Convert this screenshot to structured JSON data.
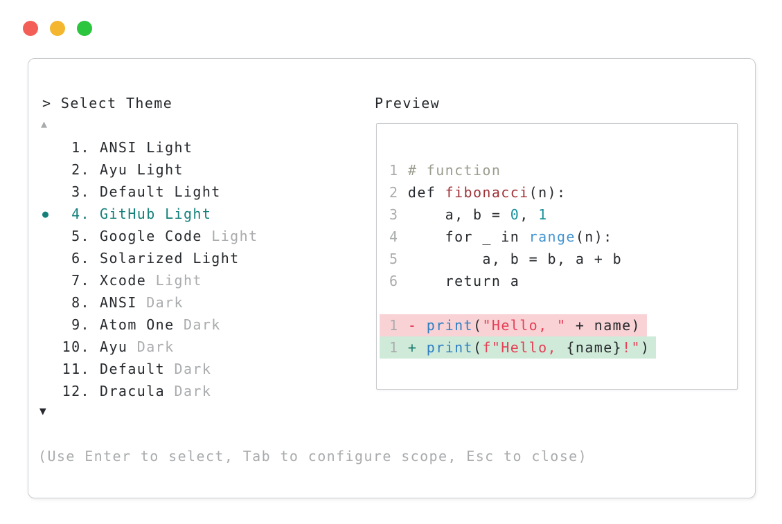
{
  "colors": {
    "text_dark": "#26292d",
    "muted_gray": "#a9abad",
    "accent_teal": "#15807a",
    "comment_gray": "#9b9d8f",
    "function_red": "#a13338",
    "number_teal": "#1a919c",
    "range_blue": "#4394d0",
    "print_blue": "#2e7fc1",
    "string_red": "#e63f56",
    "diff_minus_red": "#e02a44",
    "diff_plus_teal": "#1d7c6e",
    "diff_removed_bg": "#f8d2d5",
    "diff_added_bg": "#d0ead9",
    "border_gray": "#c9cccf",
    "traffic_red": "#f35f57",
    "traffic_yellow": "#f4b62e",
    "traffic_green": "#2bc53e"
  },
  "window": {
    "controls": [
      "close",
      "minimize",
      "maximize"
    ]
  },
  "theme_picker": {
    "prompt": "> Select Theme",
    "scroll_up_icon": "▲",
    "scroll_down_icon": "▼",
    "selected_bullet_icon": "●",
    "hint": "(Use Enter to select, Tab to configure scope, Esc to close)",
    "items": [
      {
        "num": "1.",
        "name": "ANSI Light",
        "suffix": "",
        "selected": false
      },
      {
        "num": "2.",
        "name": "Ayu Light",
        "suffix": "",
        "selected": false
      },
      {
        "num": "3.",
        "name": "Default Light",
        "suffix": "",
        "selected": false
      },
      {
        "num": "4.",
        "name": "GitHub Light",
        "suffix": "",
        "selected": true
      },
      {
        "num": "5.",
        "name": "Google Code",
        "suffix": "Light",
        "selected": false
      },
      {
        "num": "6.",
        "name": "Solarized Light",
        "suffix": "",
        "selected": false
      },
      {
        "num": "7.",
        "name": "Xcode",
        "suffix": "Light",
        "selected": false
      },
      {
        "num": "8.",
        "name": "ANSI",
        "suffix": "Dark",
        "selected": false
      },
      {
        "num": "9.",
        "name": "Atom One",
        "suffix": "Dark",
        "selected": false
      },
      {
        "num": "10.",
        "name": "Ayu",
        "suffix": "Dark",
        "selected": false
      },
      {
        "num": "11.",
        "name": "Default",
        "suffix": "Dark",
        "selected": false
      },
      {
        "num": "12.",
        "name": "Dracula",
        "suffix": "Dark",
        "selected": false
      }
    ]
  },
  "preview": {
    "title": "Preview",
    "lines": [
      {
        "bg": null,
        "tokens": [
          [
            "1 ",
            "ln"
          ],
          [
            "# function",
            "comment"
          ]
        ]
      },
      {
        "bg": null,
        "tokens": [
          [
            "2 ",
            "ln"
          ],
          [
            "def ",
            "text"
          ],
          [
            "fibonacci",
            "func"
          ],
          [
            "(n):",
            "text"
          ]
        ]
      },
      {
        "bg": null,
        "tokens": [
          [
            "3 ",
            "ln"
          ],
          [
            "    a, b = ",
            "text"
          ],
          [
            "0",
            "num"
          ],
          [
            ", ",
            "text"
          ],
          [
            "1",
            "num"
          ]
        ]
      },
      {
        "bg": null,
        "tokens": [
          [
            "4 ",
            "ln"
          ],
          [
            "    for _ in ",
            "text"
          ],
          [
            "range",
            "range"
          ],
          [
            "(n):",
            "text"
          ]
        ]
      },
      {
        "bg": null,
        "tokens": [
          [
            "5 ",
            "ln"
          ],
          [
            "        a, b = b, a + b",
            "text"
          ]
        ]
      },
      {
        "bg": null,
        "tokens": [
          [
            "6 ",
            "ln"
          ],
          [
            "    return a",
            "text"
          ]
        ]
      },
      {
        "bg": null,
        "tokens": []
      },
      {
        "bg": "removed",
        "tokens": [
          [
            "1 ",
            "ln"
          ],
          [
            "- ",
            "minus"
          ],
          [
            "print",
            "print"
          ],
          [
            "(",
            "text"
          ],
          [
            "\"Hello, \"",
            "str"
          ],
          [
            " + name)",
            "text"
          ]
        ]
      },
      {
        "bg": "added",
        "tokens": [
          [
            "1 ",
            "ln"
          ],
          [
            "+ ",
            "plus"
          ],
          [
            "print",
            "print"
          ],
          [
            "(",
            "text"
          ],
          [
            "f\"Hello, ",
            "str"
          ],
          [
            "{name}",
            "text"
          ],
          [
            "!\"",
            "str"
          ],
          [
            ")",
            "text"
          ]
        ]
      }
    ]
  }
}
